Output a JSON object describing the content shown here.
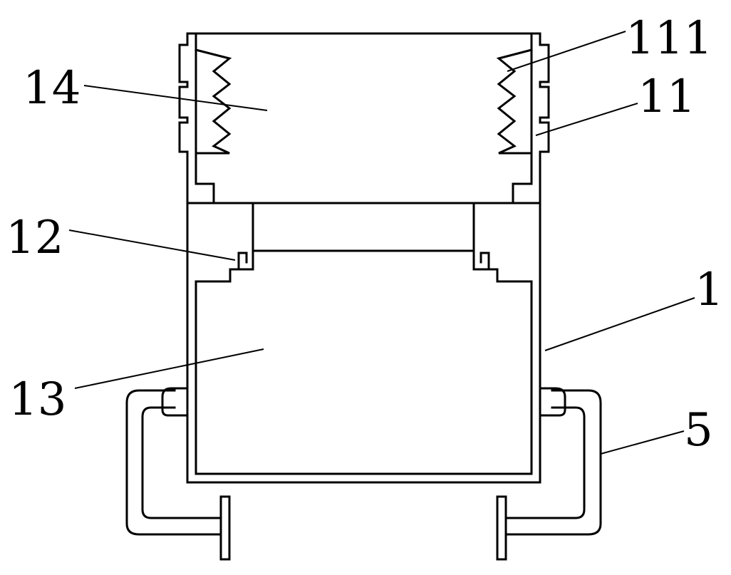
{
  "diagram": {
    "labels": {
      "l14": "14",
      "l111": "111",
      "l11": "11",
      "l12": "12",
      "l1": "1",
      "l13": "13",
      "l5": "5"
    }
  }
}
